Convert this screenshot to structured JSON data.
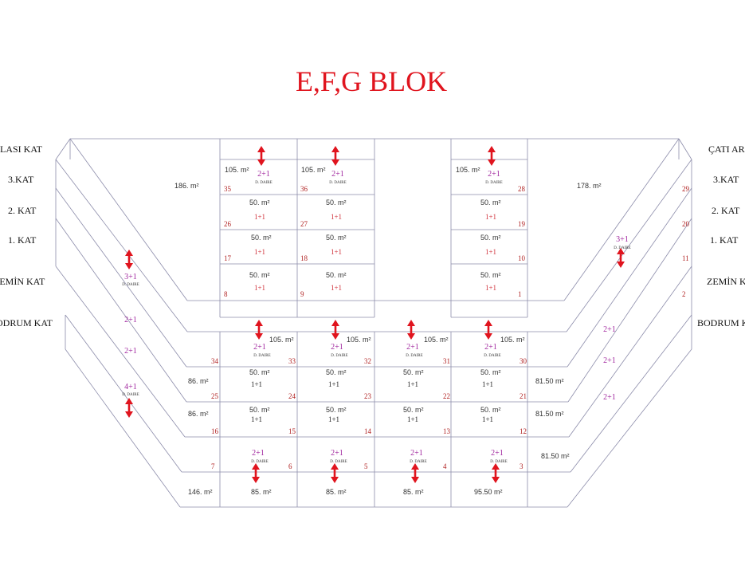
{
  "title": "E,F,G BLOK",
  "left_floor_labels": [
    "LASI KAT",
    "3.KAT",
    "2. KAT",
    "1. KAT",
    "ZEMİN KAT",
    "BODRUM KAT"
  ],
  "right_floor_labels": [
    "ÇATI AR",
    "3.KAT",
    "2. KAT",
    "1. KAT",
    "ZEMİN K",
    "BODRUM K"
  ],
  "unit_types": [
    "2+1",
    "1+1",
    "3+1",
    "4+1"
  ],
  "duplex_label": "D. DAIRE",
  "areas": [
    "186. m²",
    "178. m²",
    "105. m²",
    "50. m²",
    "86. m²",
    "81.50 m²",
    "146. m²",
    "85. m²",
    "95.50 m²"
  ],
  "unit_numbers": [
    "1",
    "2",
    "3",
    "4",
    "5",
    "6",
    "7",
    "8",
    "9",
    "10",
    "11",
    "12",
    "13",
    "14",
    "15",
    "16",
    "17",
    "18",
    "19",
    "20",
    "21",
    "22",
    "23",
    "24",
    "25",
    "26",
    "27",
    "28",
    "29",
    "30",
    "31",
    "32",
    "33",
    "34",
    "35",
    "36"
  ],
  "colors": {
    "title": "#e0141e",
    "arrow": "#e0141e",
    "type_duplex": "#a0269e",
    "type_small": "#d0303a",
    "unit_number": "#b02020",
    "lines": "#8c8caa"
  }
}
